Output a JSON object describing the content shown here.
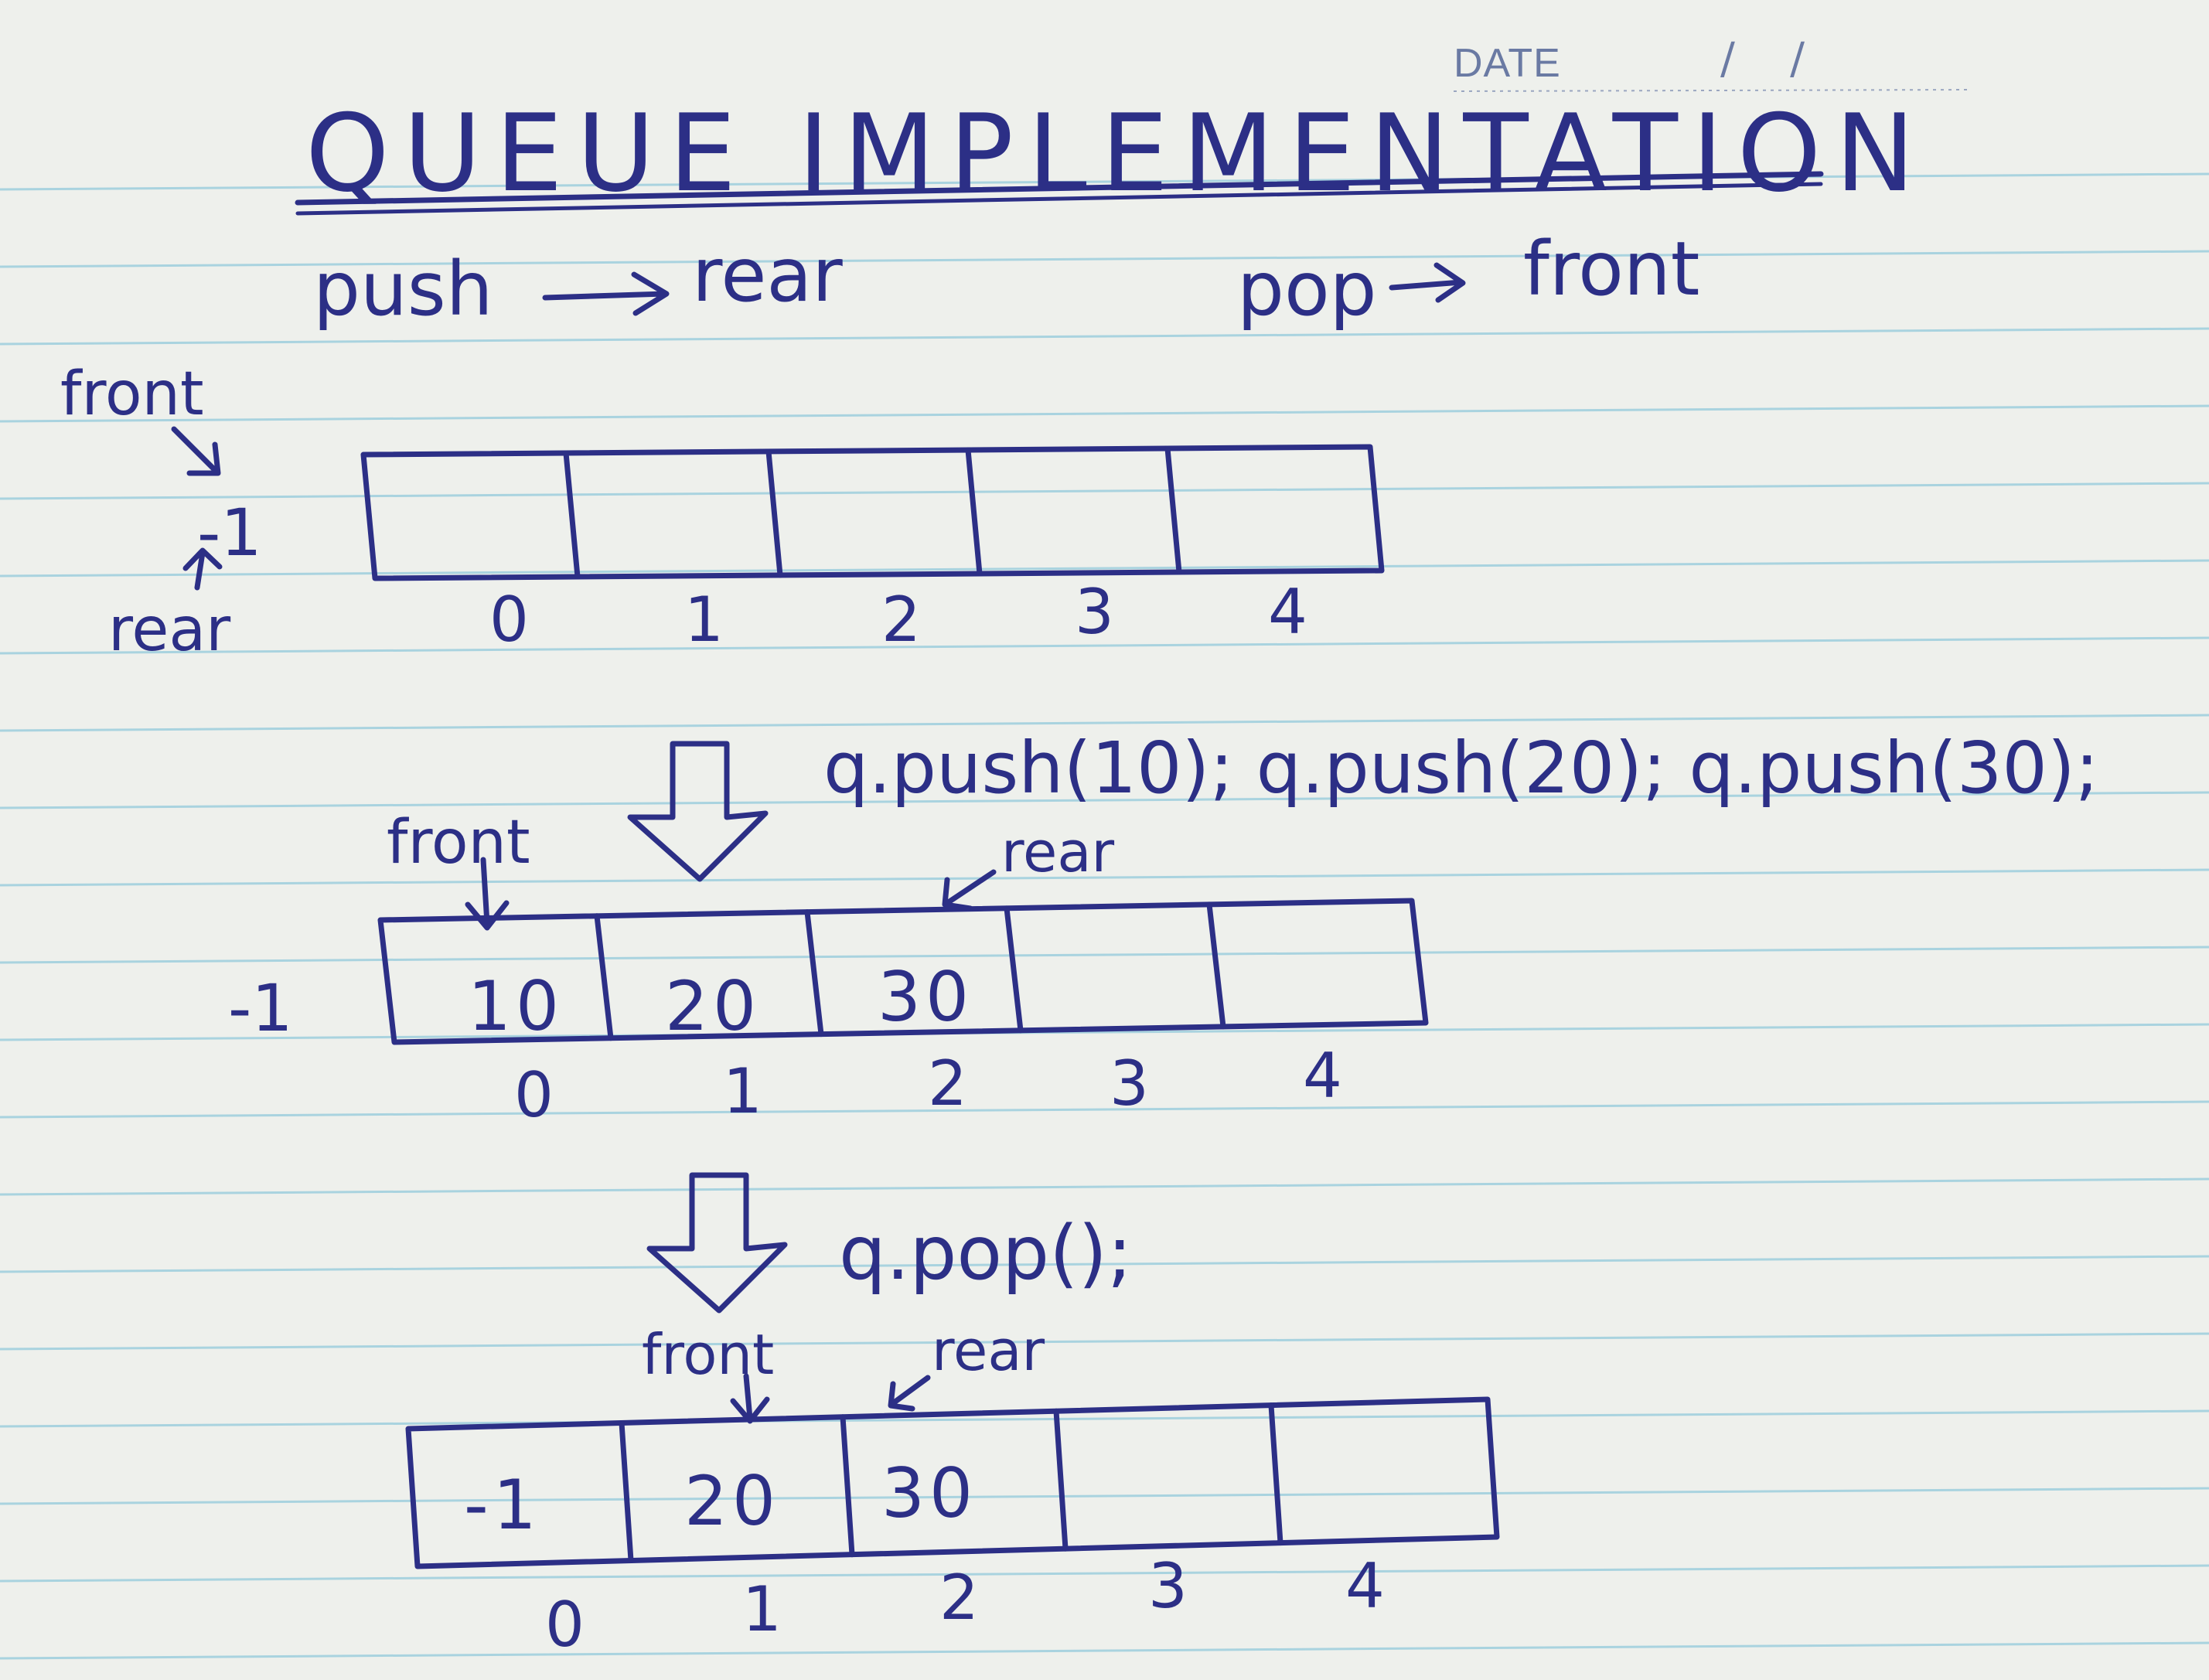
{
  "header": {
    "date_label": "DATE",
    "date_slashes": "/    /"
  },
  "title": "QUEUE IMPLEMENTATION",
  "rules": {
    "push": "push",
    "push_target": "rear",
    "pop": "pop",
    "pop_target": "front"
  },
  "diagrams": [
    {
      "cells": [
        "",
        "",
        "",
        "",
        ""
      ],
      "indices": [
        "0",
        "1",
        "2",
        "3",
        "4"
      ],
      "outside_value": "-1",
      "front_label": "front",
      "rear_label": "rear"
    },
    {
      "operation": "q.push(10); q.push(20); q.push(30);",
      "cells": [
        "10",
        "20",
        "30",
        "",
        ""
      ],
      "indices": [
        "0",
        "1",
        "2",
        "3",
        "4"
      ],
      "outside_value": "-1",
      "front_label": "front",
      "rear_label": "rear"
    },
    {
      "operation": "q.pop();",
      "cells": [
        "-1",
        "20",
        "30",
        "",
        ""
      ],
      "indices": [
        "0",
        "1",
        "2",
        "3",
        "4"
      ],
      "front_label": "front",
      "rear_label": "rear"
    }
  ],
  "colors": {
    "ink": "#2c2f86",
    "paper": "#eef0ec",
    "ruling": "#a9d3df",
    "print": "#6a7aa3"
  }
}
